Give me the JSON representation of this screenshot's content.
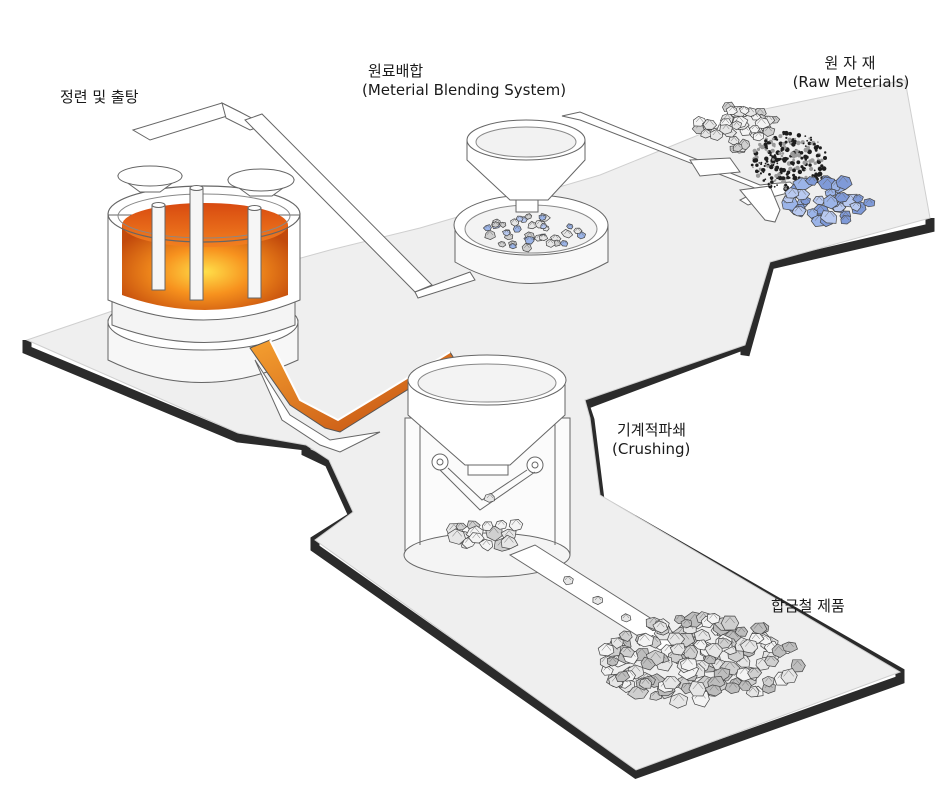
{
  "stages": {
    "smelting": {
      "label_ko": "정련 및 출탕"
    },
    "blending": {
      "label_ko": "원료배합",
      "label_en": "(Meterial Blending System)"
    },
    "raw": {
      "label_ko": "원 자 재",
      "label_en": "(Raw Meterials)"
    },
    "crushing": {
      "label_ko": "기계적파쇄",
      "label_en": "(Crushing)"
    },
    "product": {
      "label_ko": "합금철 제품"
    }
  },
  "colors": {
    "floor": "#efefef",
    "floor_edge": "#2b2b2b",
    "line": "#555555",
    "molten_hot": "#ffd23a",
    "molten_mid": "#f07a1a",
    "molten_dark": "#b83808",
    "ore_blue": "#9bb4e8",
    "ore_grey": "#d9d9d9"
  }
}
